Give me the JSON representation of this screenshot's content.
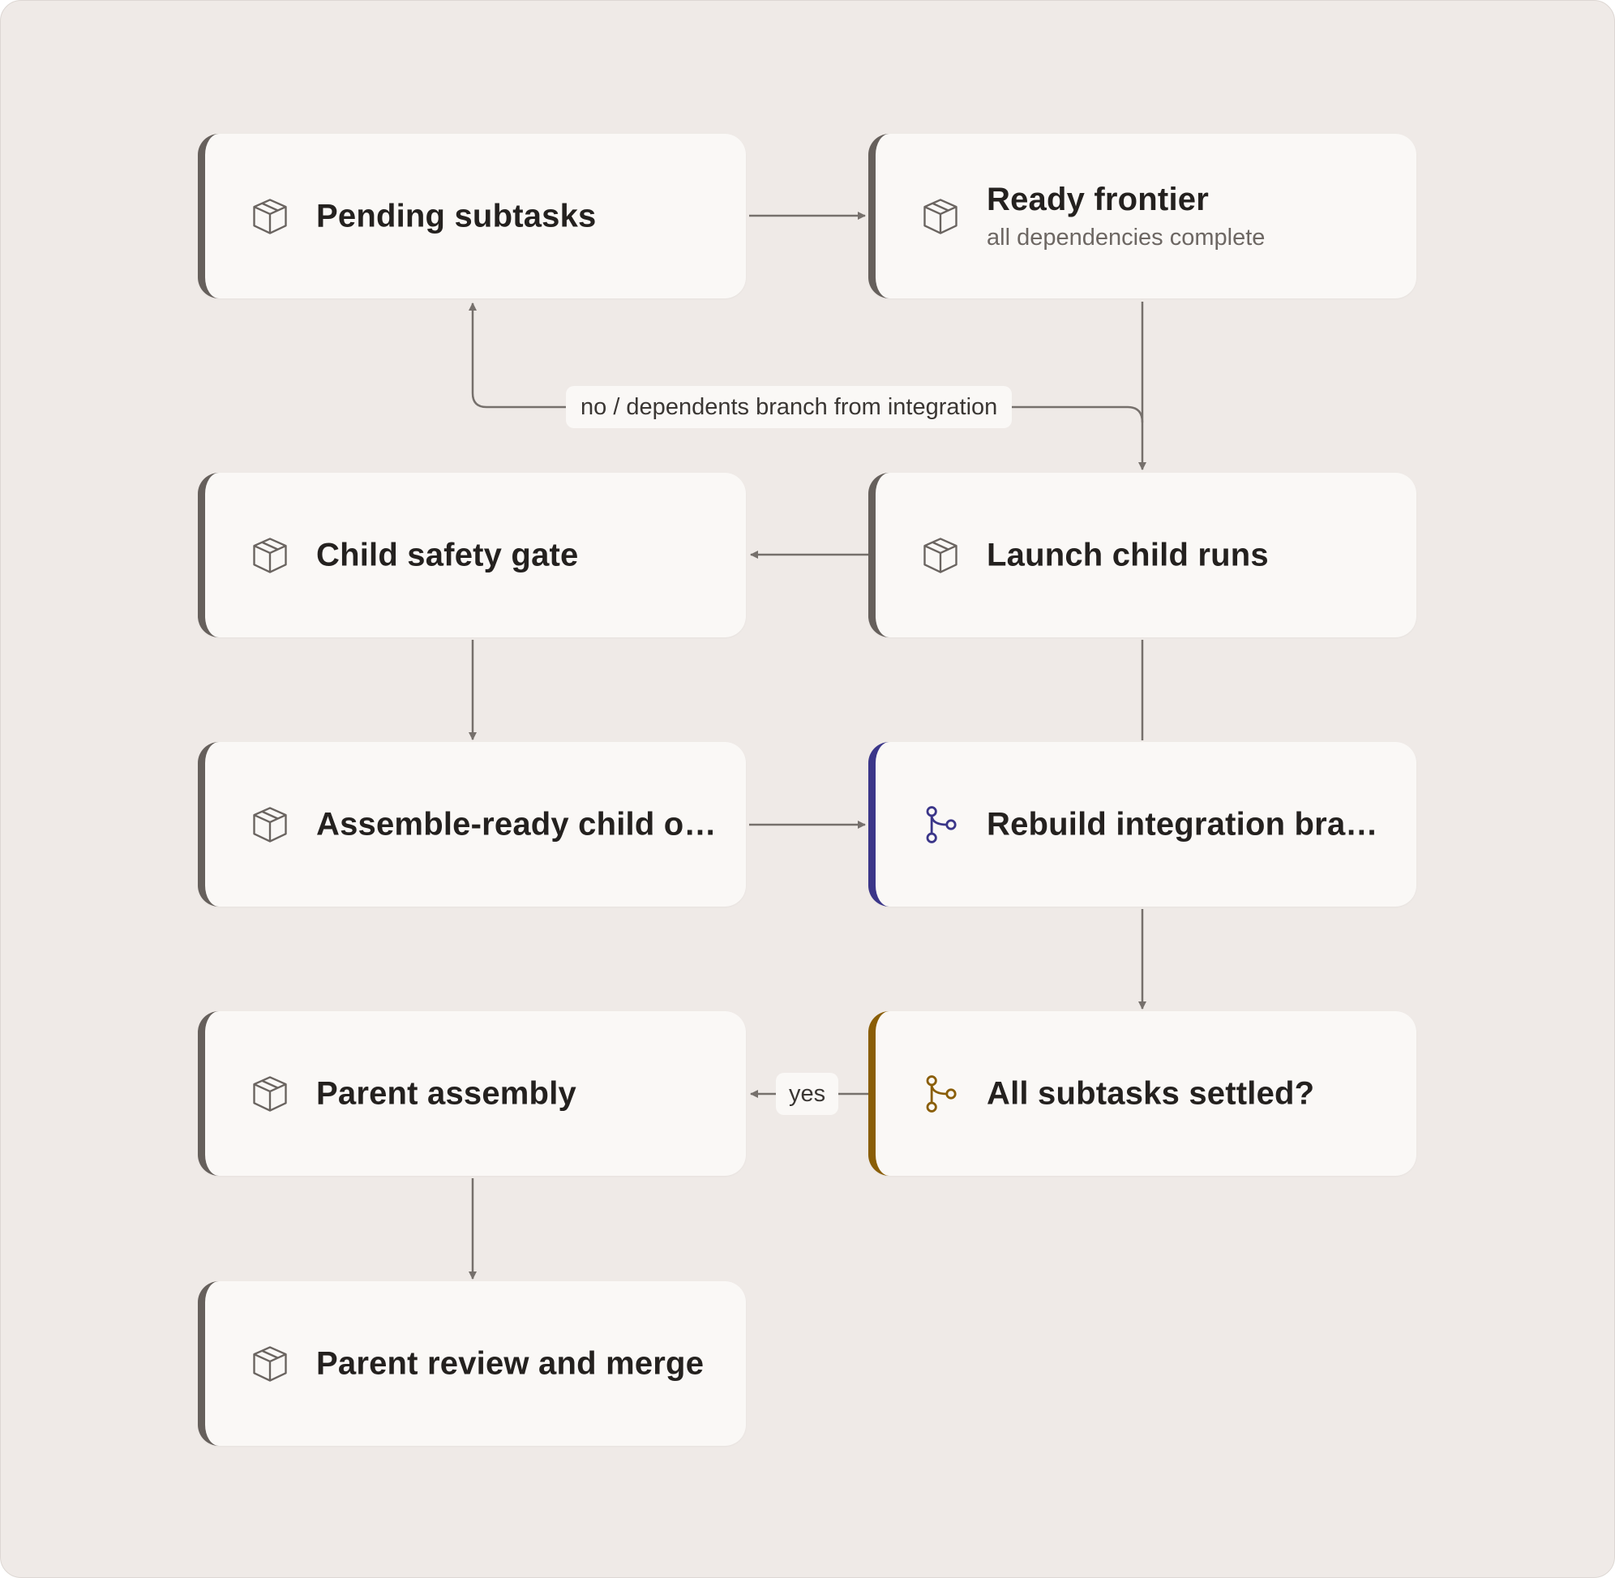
{
  "nodes": {
    "pending_subtasks": {
      "title": "Pending subtasks",
      "icon": "package-icon"
    },
    "ready_frontier": {
      "title": "Ready frontier",
      "subtitle": "all dependencies complete",
      "icon": "package-icon"
    },
    "child_safety_gate": {
      "title": "Child safety gate",
      "icon": "package-icon"
    },
    "launch_child_runs": {
      "title": "Launch child runs",
      "icon": "package-icon"
    },
    "assemble_ready": {
      "title": "Assemble-ready child out...",
      "icon": "package-icon"
    },
    "rebuild_integration": {
      "title": "Rebuild integration branch",
      "icon": "branch-icon"
    },
    "parent_assembly": {
      "title": "Parent assembly",
      "icon": "package-icon"
    },
    "all_settled": {
      "title": "All subtasks settled?",
      "icon": "branch-icon"
    },
    "parent_review": {
      "title": "Parent review and merge",
      "icon": "package-icon"
    }
  },
  "edges": {
    "no_label": "no / dependents branch from integration",
    "yes_label": "yes"
  },
  "colors": {
    "background": "#efeae7",
    "node_fill": "#faf8f6",
    "default_accent": "#66605c",
    "integration_accent": "#3b3689",
    "decision_accent": "#8a5e07",
    "edge": "#76706c"
  }
}
